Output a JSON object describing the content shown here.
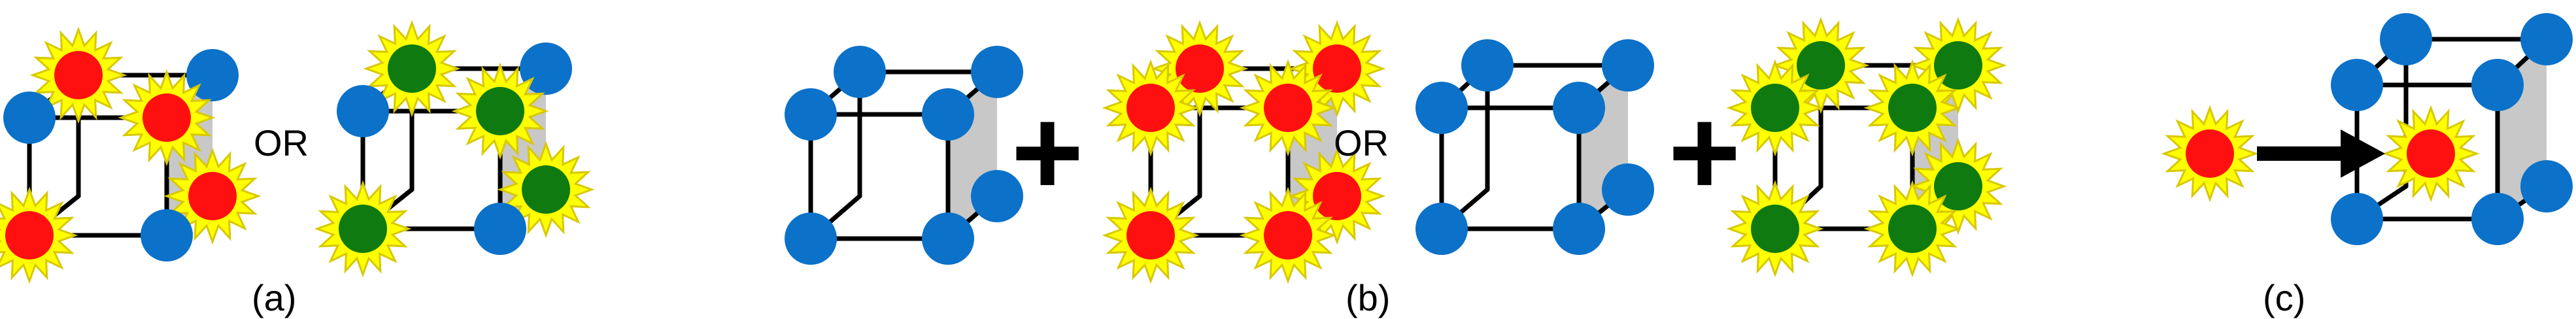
{
  "panels": {
    "a": {
      "label": "(a)"
    },
    "b": {
      "label": "(b)"
    },
    "c": {
      "label": "(c)"
    }
  },
  "connectors": {
    "or_1": "OR",
    "or_2": "OR",
    "plus_symbol": "+"
  },
  "colors": {
    "blue": "#0b71c9",
    "red": "#ff1010",
    "green": "#0f7a0f",
    "glow": "#ffff00",
    "glow_outline": "#d8c800",
    "face_fill": "#c8c8c8",
    "edge": "#000000"
  }
}
